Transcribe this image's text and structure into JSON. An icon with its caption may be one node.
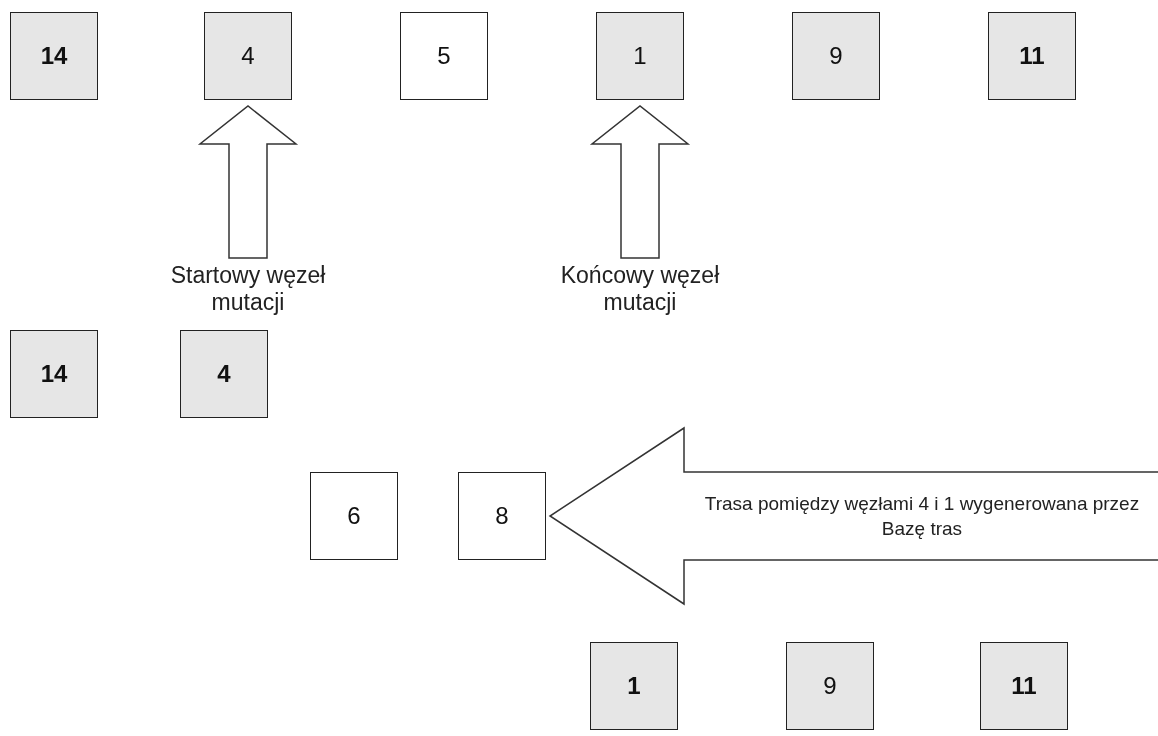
{
  "diagram": {
    "nodes": [
      {
        "text": [
          "14"
        ]
      },
      {
        "text": [
          "4"
        ]
      },
      {
        "text": [
          "5"
        ]
      },
      {
        "text": [
          "1"
        ]
      },
      {
        "text": [
          "9"
        ]
      },
      {
        "text": [
          "11"
        ]
      },
      {
        "text": [
          "Startowy węzeł mutacji"
        ]
      },
      {
        "text": [
          "Końcowy węzeł mutacji"
        ]
      },
      {
        "text": [
          "14"
        ]
      },
      {
        "text": [
          "4"
        ]
      },
      {
        "text": [
          "6"
        ]
      },
      {
        "text": [
          "8"
        ]
      },
      {
        "text": [
          "1"
        ]
      },
      {
        "text": [
          "9"
        ]
      },
      {
        "text": [
          "11"
        ]
      }
    ],
    "edges": [
      {
        "from": 6,
        "to": 1,
        "arrow": "to"
      },
      {
        "from": 7,
        "to": 3,
        "arrow": "to"
      },
      {
        "from": null,
        "to": 11,
        "arrow": "to",
        "label": "Trasa pomiędzy węzłami 4 i 1 wygenerowana przez Bazę tras"
      }
    ]
  }
}
